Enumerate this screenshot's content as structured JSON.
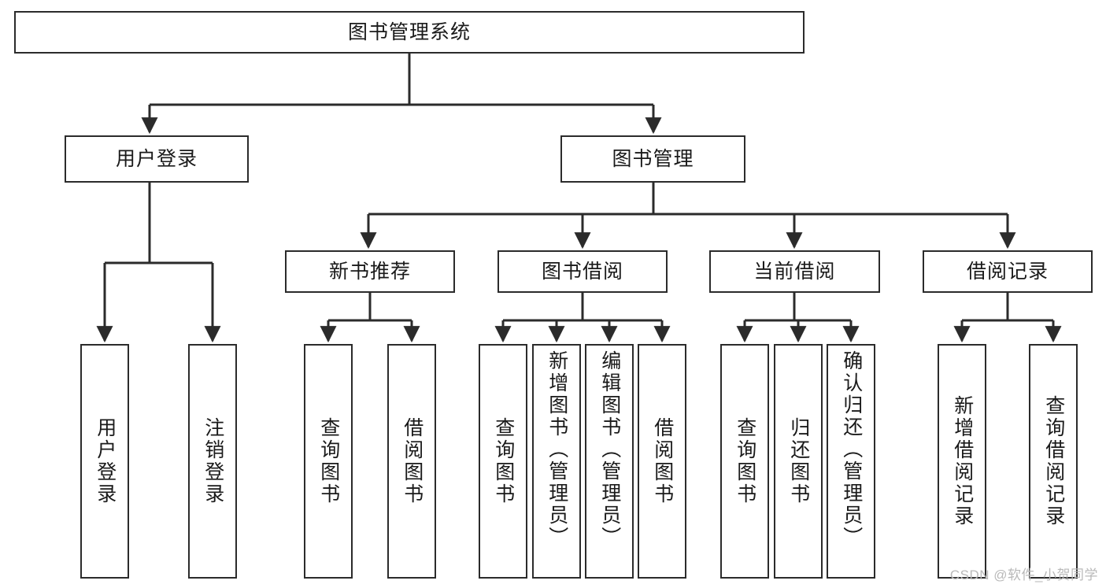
{
  "diagram": {
    "title": "图书管理系统",
    "type": "tree",
    "colors": {
      "box_border": "#2b2b2b",
      "box_fill": "#ffffff",
      "edge": "#2b2b2b",
      "text": "#1a1a1a",
      "watermark": "#b9b9b9",
      "background": "#ffffff"
    },
    "root": {
      "label": "图书管理系统"
    },
    "level2": [
      {
        "label": "用户登录"
      },
      {
        "label": "图书管理"
      }
    ],
    "level3": [
      {
        "label": "新书推荐"
      },
      {
        "label": "图书借阅"
      },
      {
        "label": "当前借阅"
      },
      {
        "label": "借阅记录"
      }
    ],
    "leaves": {
      "user_login": [
        {
          "label": "用户登录"
        },
        {
          "label": "注销登录"
        }
      ],
      "new_book_recommend": [
        {
          "label": "查询图书"
        },
        {
          "label": "借阅图书"
        }
      ],
      "book_borrow": [
        {
          "label": "查询图书"
        },
        {
          "label": "新增图书（管理员）"
        },
        {
          "label": "编辑图书（管理员）"
        },
        {
          "label": "借阅图书"
        }
      ],
      "current_borrow": [
        {
          "label": "查询图书"
        },
        {
          "label": "归还图书"
        },
        {
          "label": "确认归还（管理员）"
        }
      ],
      "borrow_record": [
        {
          "label": "新增借阅记录"
        },
        {
          "label": "查询借阅记录"
        }
      ]
    },
    "watermark": "CSDN @软件_小贺同学"
  }
}
